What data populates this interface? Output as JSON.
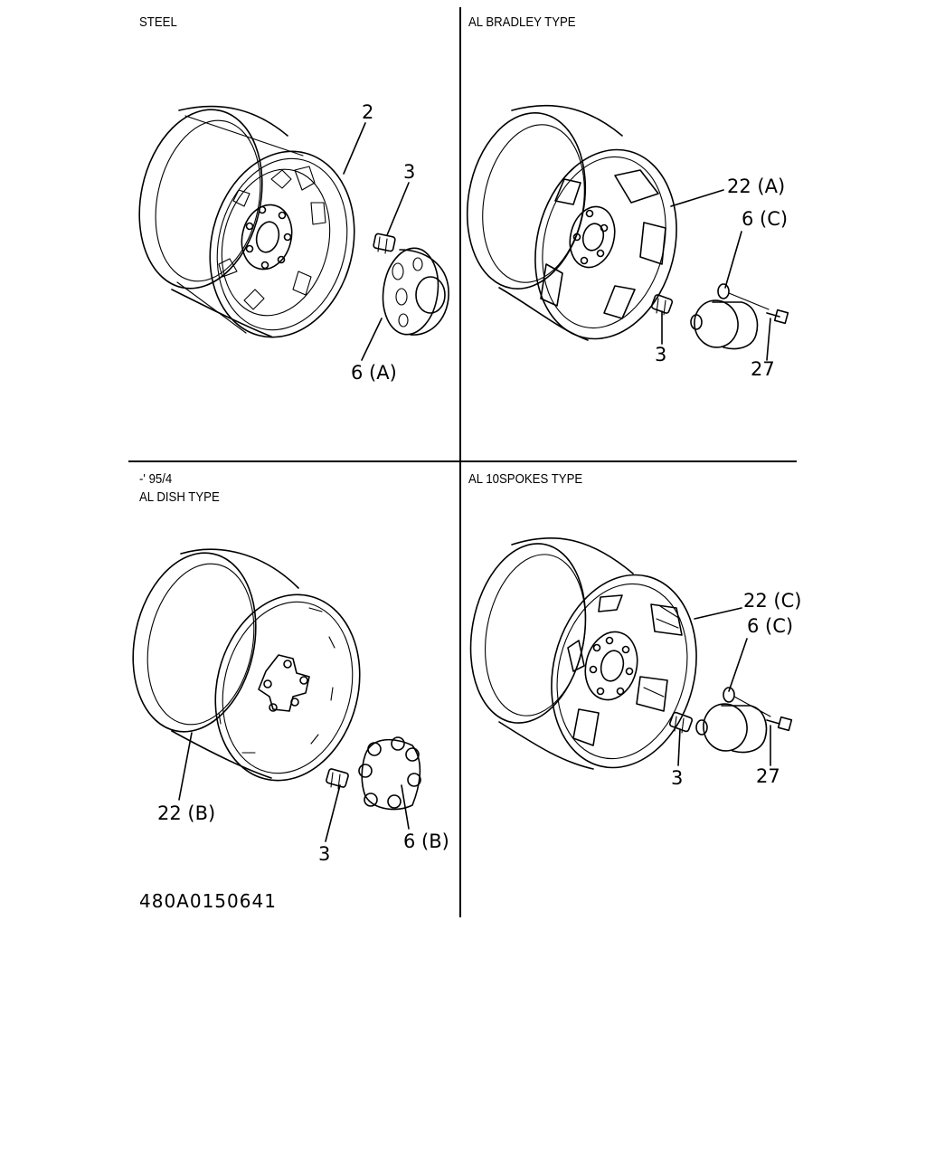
{
  "panels": [
    {
      "heading_lines": [
        "STEEL"
      ],
      "callouts": [
        "2",
        "3",
        "6 (A)"
      ]
    },
    {
      "heading_lines": [
        "AL BRADLEY TYPE"
      ],
      "callouts": [
        "22 (A)",
        "6 (C)",
        "3",
        "27"
      ]
    },
    {
      "heading_lines": [
        "-' 95/4",
        "AL DISH TYPE"
      ],
      "callouts": [
        "22 (B)",
        "3",
        "6 (B)"
      ]
    },
    {
      "heading_lines": [
        "AL 10SPOKES TYPE"
      ],
      "callouts": [
        "22 (C)",
        "6 (C)",
        "3",
        "27"
      ]
    }
  ],
  "footer": {
    "code": "480A0150641"
  },
  "icons": [
    "steel-wheel-drawing",
    "bradley-wheel-drawing",
    "dish-wheel-drawing",
    "spokes-wheel-drawing",
    "lug-nut-drawing",
    "center-cap-drawing",
    "bolt-drawing"
  ]
}
